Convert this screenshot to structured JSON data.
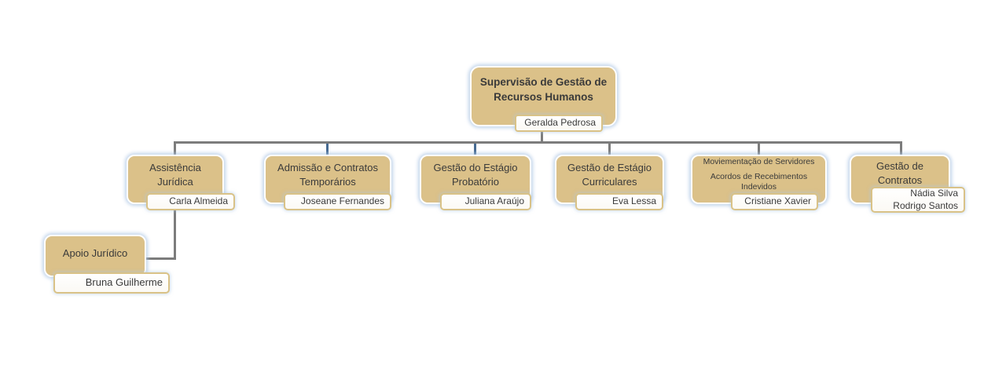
{
  "org_chart": {
    "root": {
      "title": "Supervisão de Gestão de Recursos Humanos",
      "names": [
        "Geralda Pedrosa"
      ]
    },
    "departments": [
      {
        "title": "Assistência Jurídica",
        "names": [
          "Carla Almeida"
        ]
      },
      {
        "title": "Admissão e Contratos Temporários",
        "names": [
          "Joseane Fernandes"
        ]
      },
      {
        "title": "Gestão do Estágio Probatório",
        "names": [
          "Juliana Araújo"
        ]
      },
      {
        "title": "Gestão de Estágio Curriculares",
        "names": [
          "Eva Lessa"
        ]
      },
      {
        "title_line1": "Moviementação de Servidores",
        "title_line2": "Acordos de Recebimentos Indevidos",
        "names": [
          "Cristiane Xavier"
        ]
      },
      {
        "title": "Gestão de Contratos",
        "names": [
          "Nádia Silva",
          "Rodrigo Santos"
        ]
      }
    ],
    "sub_departments": [
      {
        "title": "Apoio Jurídico",
        "names": [
          "Bruna Guilherme"
        ],
        "reports_to": "Assistência Jurídica"
      }
    ]
  },
  "colors": {
    "node_fill": "#dbc189",
    "node_border": "#ffffff",
    "node_glow": "#acc6e4",
    "plate_fill": "#ffffff",
    "plate_border": "#d9c287",
    "connector_gray": "#7c7c7c",
    "connector_blue": "#466a92",
    "text": "#3a3a3a",
    "background": "#ffffff"
  }
}
